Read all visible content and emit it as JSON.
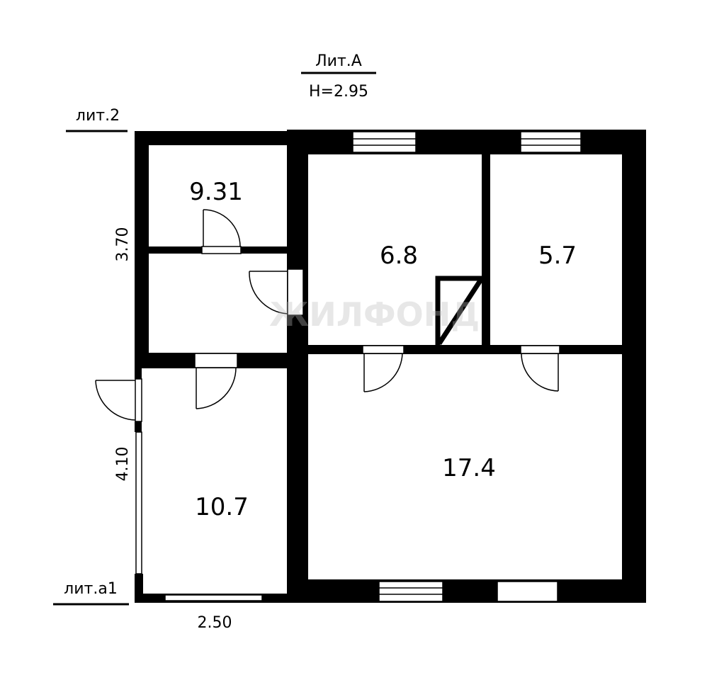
{
  "header": {
    "litera": "Лит.А",
    "height": "H=2.95"
  },
  "labels": {
    "lit2": "лит.2",
    "lita1": "лит.а1"
  },
  "rooms": [
    {
      "id": "room-9-31",
      "area": "9.31"
    },
    {
      "id": "room-6-8",
      "area": "6.8"
    },
    {
      "id": "room-5-7",
      "area": "5.7"
    },
    {
      "id": "room-17-4",
      "area": "17.4"
    },
    {
      "id": "room-10-7",
      "area": "10.7"
    }
  ],
  "dimensions": {
    "upper_left": "3.70",
    "lower_left": "4.10",
    "bottom": "2.50"
  },
  "watermark": "ЖИЛФОНД",
  "colors": {
    "wall": "#000000",
    "background": "#ffffff"
  }
}
